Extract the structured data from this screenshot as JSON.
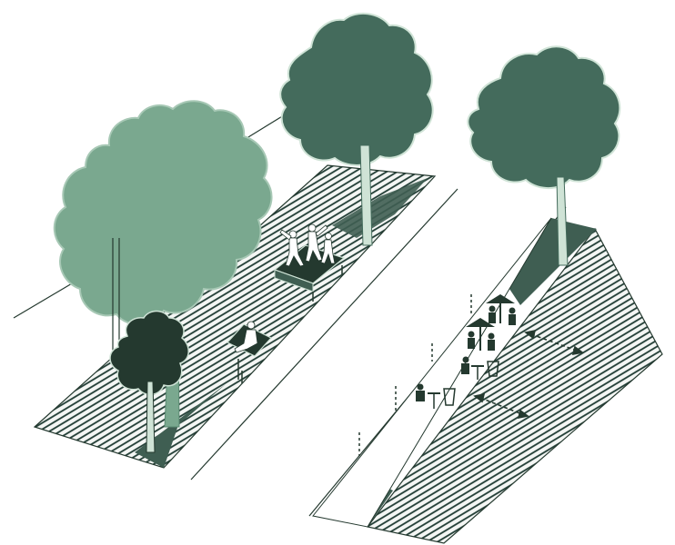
{
  "diagram": {
    "colors": {
      "background": "#ffffff",
      "hatch_line": "#1f3b33",
      "strip_fill": "#f4f6f4",
      "dark_green": "#3f5e52",
      "mid_green": "#446b5c",
      "light_green": "#7aa88f",
      "darkest_green": "#24392f",
      "tree_outline": "#cfe3d6",
      "figure_light": "#ffffff",
      "figure_dark": "#24392f"
    },
    "elements": {
      "left_strip": "hatched-sidewalk-strip",
      "right_strip": "hatched-sidewalk-strip",
      "trees": [
        "large-light-tree",
        "back-dark-tree",
        "small-dark-tree",
        "right-tree"
      ],
      "furniture": [
        "platform-bench-with-dancers",
        "lounge-bench-with-person",
        "cafe-tables-with-umbrellas"
      ],
      "markers": [
        "double-arrow-upper",
        "double-arrow-lower",
        "dashed-poles"
      ]
    }
  }
}
